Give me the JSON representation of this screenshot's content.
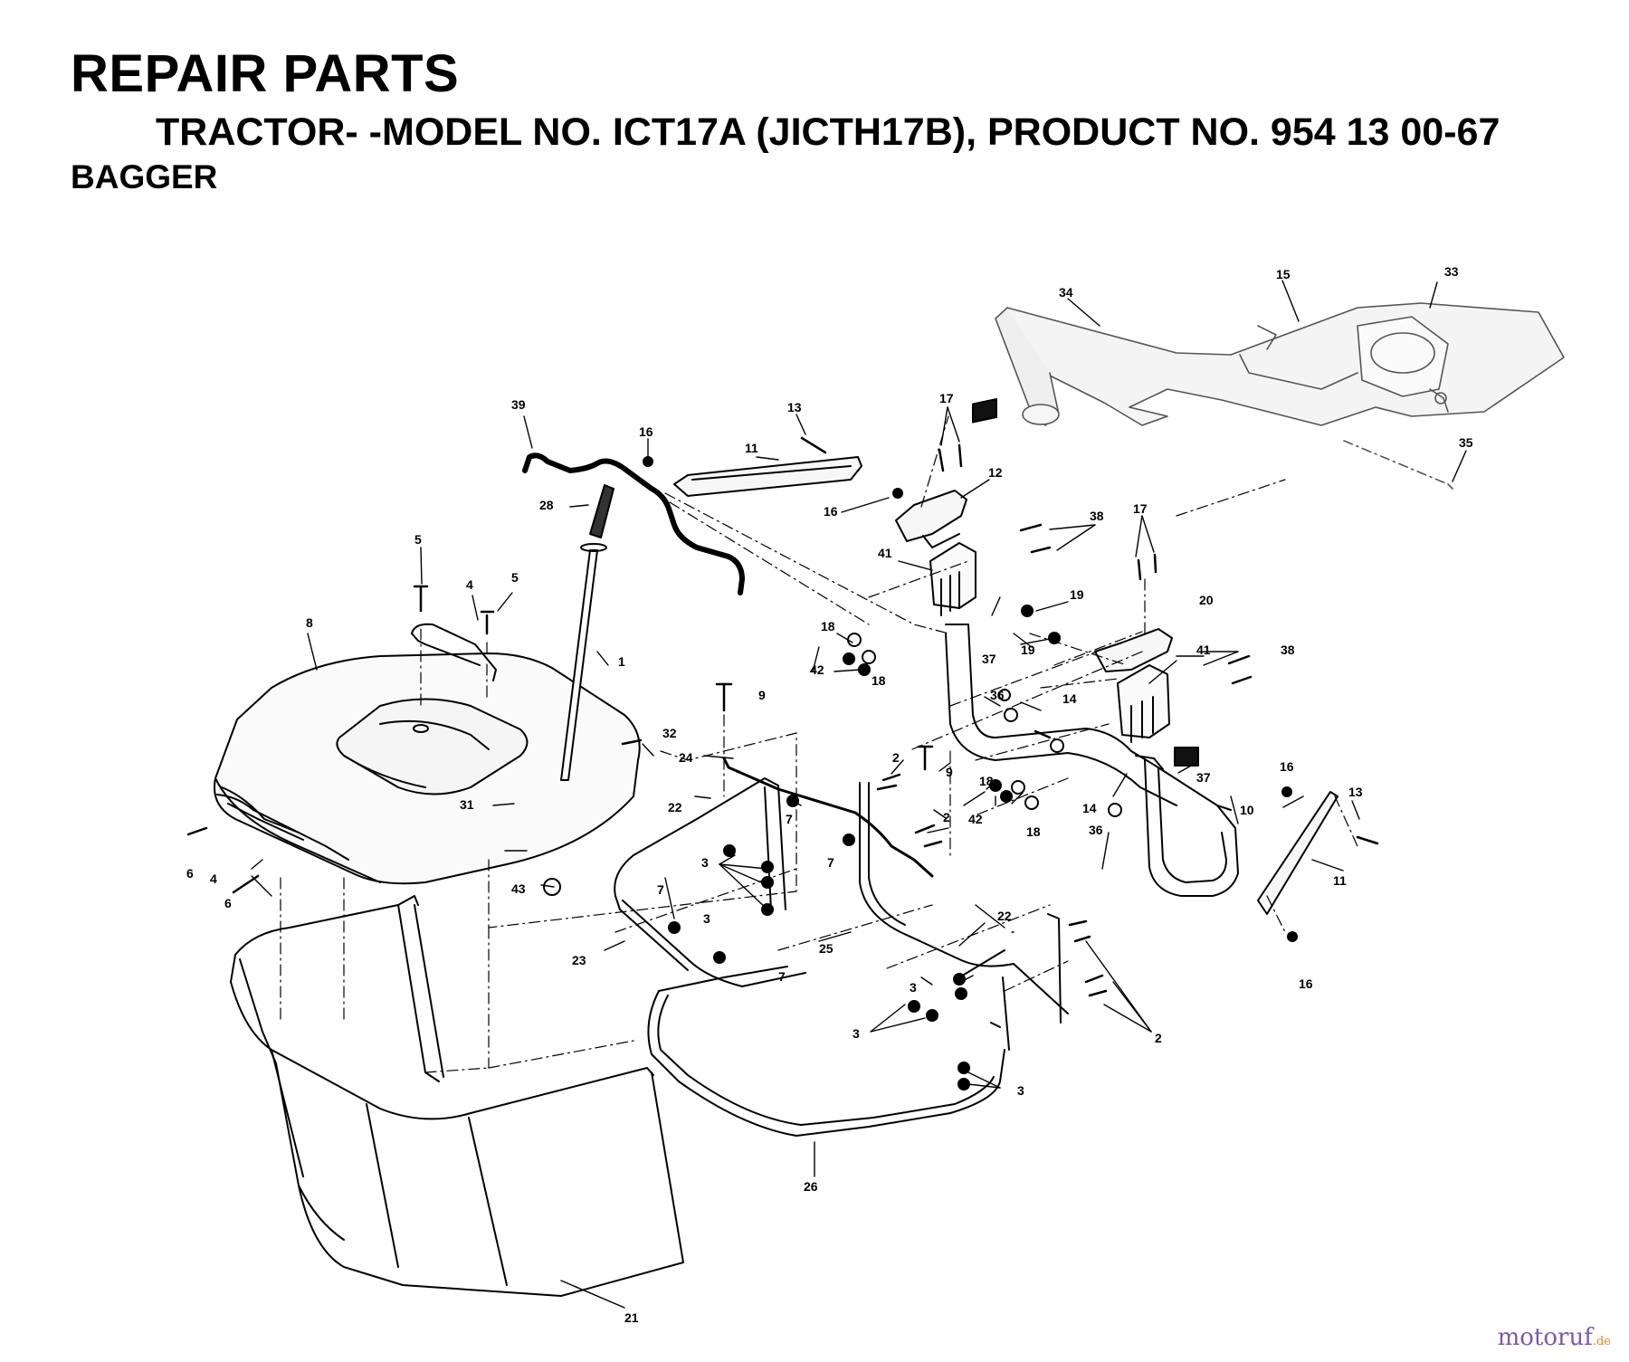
{
  "header": {
    "title": "REPAIR PARTS",
    "subtitle": "TRACTOR- -MODEL NO. ICT17A (JICTH17B), PRODUCT NO. 954 13 00-67",
    "section": "BAGGER"
  },
  "callouts": [
    {
      "id": "c34",
      "label": "34"
    },
    {
      "id": "c15",
      "label": "15"
    },
    {
      "id": "c33",
      "label": "33"
    },
    {
      "id": "c35",
      "label": "35"
    },
    {
      "id": "c39",
      "label": "39"
    },
    {
      "id": "c16a",
      "label": "16"
    },
    {
      "id": "c11a",
      "label": "11"
    },
    {
      "id": "c13a",
      "label": "13"
    },
    {
      "id": "c17a",
      "label": "17"
    },
    {
      "id": "c28",
      "label": "28"
    },
    {
      "id": "c16b",
      "label": "16"
    },
    {
      "id": "c12",
      "label": "12"
    },
    {
      "id": "c38a",
      "label": "38"
    },
    {
      "id": "c41a",
      "label": "41"
    },
    {
      "id": "c17b",
      "label": "17"
    },
    {
      "id": "c5a",
      "label": "5"
    },
    {
      "id": "c4a",
      "label": "4"
    },
    {
      "id": "c5b",
      "label": "5"
    },
    {
      "id": "c19a",
      "label": "19"
    },
    {
      "id": "c20",
      "label": "20"
    },
    {
      "id": "c8",
      "label": "8"
    },
    {
      "id": "c18a",
      "label": "18"
    },
    {
      "id": "c37a",
      "label": "37"
    },
    {
      "id": "c19b",
      "label": "19"
    },
    {
      "id": "c41b",
      "label": "41"
    },
    {
      "id": "c38b",
      "label": "38"
    },
    {
      "id": "c1",
      "label": "1"
    },
    {
      "id": "c42a",
      "label": "42"
    },
    {
      "id": "c18b",
      "label": "18"
    },
    {
      "id": "c9a",
      "label": "9"
    },
    {
      "id": "c36a",
      "label": "36"
    },
    {
      "id": "c14a",
      "label": "14"
    },
    {
      "id": "c32",
      "label": "32"
    },
    {
      "id": "c24",
      "label": "24"
    },
    {
      "id": "c2a",
      "label": "2"
    },
    {
      "id": "c9b",
      "label": "9"
    },
    {
      "id": "c37b",
      "label": "37"
    },
    {
      "id": "c31",
      "label": "31"
    },
    {
      "id": "c22a",
      "label": "22"
    },
    {
      "id": "c18c",
      "label": "18"
    },
    {
      "id": "c16c",
      "label": "16"
    },
    {
      "id": "c13b",
      "label": "13"
    },
    {
      "id": "c42b",
      "label": "42"
    },
    {
      "id": "c18d",
      "label": "18"
    },
    {
      "id": "c7a",
      "label": "7"
    },
    {
      "id": "c2b",
      "label": "2"
    },
    {
      "id": "c14b",
      "label": "14"
    },
    {
      "id": "c36b",
      "label": "36"
    },
    {
      "id": "c10",
      "label": "10"
    },
    {
      "id": "c6a",
      "label": "6"
    },
    {
      "id": "c4b",
      "label": "4"
    },
    {
      "id": "c3a",
      "label": "3"
    },
    {
      "id": "c7b",
      "label": "7"
    },
    {
      "id": "c11b",
      "label": "11"
    },
    {
      "id": "c6b",
      "label": "6"
    },
    {
      "id": "c43",
      "label": "43"
    },
    {
      "id": "c7c",
      "label": "7"
    },
    {
      "id": "c3b",
      "label": "3"
    },
    {
      "id": "c22b",
      "label": "22"
    },
    {
      "id": "c23",
      "label": "23"
    },
    {
      "id": "c25",
      "label": "25"
    },
    {
      "id": "c7d",
      "label": "7"
    },
    {
      "id": "c16d",
      "label": "16"
    },
    {
      "id": "c3c",
      "label": "3"
    },
    {
      "id": "c3d",
      "label": "3"
    },
    {
      "id": "c2c",
      "label": "2"
    },
    {
      "id": "c3e",
      "label": "3"
    },
    {
      "id": "c26",
      "label": "26"
    },
    {
      "id": "c21",
      "label": "21"
    }
  ],
  "watermark": {
    "main": "motoruf",
    "suffix": ".de"
  }
}
